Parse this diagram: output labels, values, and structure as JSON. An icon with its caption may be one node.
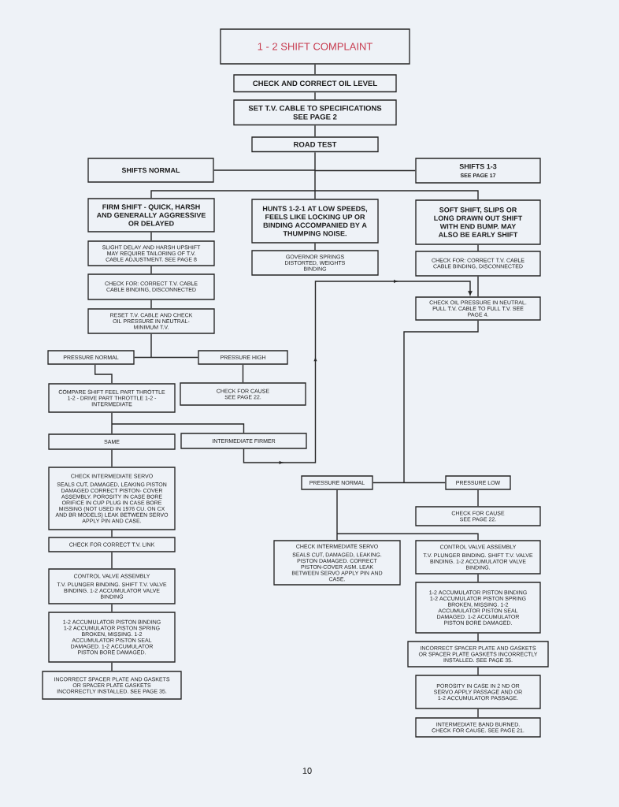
{
  "diagram": {
    "nodes": [
      {
        "text": [
          "1 - 2 SHIFT COMPLAINT"
        ]
      },
      {
        "text": [
          "CHECK AND CORRECT OIL LEVEL"
        ]
      },
      {
        "text": [
          "SET T.V. CABLE TO SPECIFICATIONS SEE PAGE 2"
        ]
      },
      {
        "text": [
          "ROAD TEST"
        ]
      },
      {
        "text": [
          "SHIFTS NORMAL"
        ]
      },
      {
        "text": [
          "SHIFTS 1-3",
          "SEE PAGE 17"
        ]
      },
      {
        "text": [
          "FIRM SHIFT - QUICK, HARSH AND GENERALLY AGGRESSIVE OR DELAYED"
        ]
      },
      {
        "text": [
          "HUNTS 1-2-1 AT LOW SPEEDS, FEELS LIKE LOCKING UP OR BINDING ACCOMPANIED BY A THUMPING NOISE."
        ]
      },
      {
        "text": [
          "SOFT SHIFT, SLIPS OR LONG DRAWN OUT SHIFT WITH END BUMP. MAY ALSO BE EARLY SHIFT"
        ]
      },
      {
        "text": [
          "SLIGHT DELAY AND HARSH UPSHIFT MAY REQUIRE TAILORING OF T.V. CABLE ADJUSTMENT. SEE PAGE 8"
        ]
      },
      {
        "text": [
          "GOVERNOR SPRINGS DISTORTED, WEIGHTS BINDING"
        ]
      },
      {
        "text": [
          "CHECK FOR: CORRECT T.V. CABLE CABLE BINDING, DISCONNECTED"
        ]
      },
      {
        "text": [
          "CHECK FOR: CORRECT T.V. CABLE CABLE BINDING, DISCONNECTED"
        ]
      },
      {
        "text": [
          "CHECK OIL PRESSURE IN NEUTRAL. PULL T.V. CABLE TO FULL T.V. SEE PAGE 4."
        ]
      },
      {
        "text": [
          "RESET T.V. CABLE AND CHECK OIL PRESSURE IN NEUTRAL- MINIMUM T.V."
        ]
      },
      {
        "text": [
          "PRESSURE NORMAL"
        ]
      },
      {
        "text": [
          "PRESSURE HIGH"
        ]
      },
      {
        "text": [
          "COMPARE SHIFT FEEL PART THROTTLE 1-2 - DRIVE PART THROTTLE 1-2 - INTERMEDIATE"
        ]
      },
      {
        "text": [
          "CHECK FOR CAUSE SEE PAGE 22."
        ]
      },
      {
        "text": [
          "SAME"
        ]
      },
      {
        "text": [
          "INTERMEDIATE FIRMER"
        ]
      },
      {
        "text": [
          "CHECK INTERMEDIATE SERVO",
          "SEALS CUT, DAMAGED, LEAKING PISTON DAMAGED CORRECT PISTON- COVER ASSEMBLY. POROSITY IN CASE BORE ORIFICE IN CUP PLUG IN CASE BORE MISSING (NOT USED IN 1976 CU. ON CX AND BR MODELS) LEAK BETWEEN SERVO APPLY PIN AND CASE."
        ]
      },
      {
        "text": [
          "PRESSURE NORMAL"
        ]
      },
      {
        "text": [
          "PRESSURE LOW"
        ]
      },
      {
        "text": [
          "CHECK FOR CAUSE SEE PAGE 22."
        ]
      },
      {
        "text": [
          "CHECK FOR CORRECT T.V. LINK"
        ]
      },
      {
        "text": [
          "CHECK INTERMEDIATE SERVO",
          "SEALS CUT, DAMAGED, LEAKING. PISTON DAMAGED. CORRECT PISTON-COVER ASM. LEAK BETWEEN SERVO APPLY PIN AND CASE."
        ]
      },
      {
        "text": [
          "CONTROL VALVE ASSEMBLY",
          "T.V. PLUNGER BINDING. SHIFT T.V. VALVE BINDING. 1-2 ACCUMULATOR VALVE BINDING."
        ]
      },
      {
        "text": [
          "CONTROL VALVE ASSEMBLY",
          "T.V. PLUNGER BINDING. SHIFT T.V. VALVE BINDING. 1-2 ACCUMULATOR VALVE BINDING"
        ]
      },
      {
        "text": [
          "1-2 ACCUMULATOR PISTON BINDING 1-2 ACCUMULATOR PISTON SPRING BROKEN, MISSING. 1-2 ACCUMULATOR PISTON SEAL DAMAGED. 1-2 ACCUMULATOR PISTON BORE DAMAGED."
        ]
      },
      {
        "text": [
          "1-2 ACCUMULATOR PISTON BINDING 1-2 ACCUMULATOR PISTON SPRING BROKEN, MISSING. 1-2 ACCUMULATOR PISTON SEAL DAMAGED. 1-2 ACCUMULATOR PISTON BORE DAMAGED."
        ]
      },
      {
        "text": [
          "INCORRECT SPACER PLATE AND GASKETS OR SPACER PLATE GASKETS INCORRECTLY INSTALLED. SEE PAGE 35."
        ]
      },
      {
        "text": [
          "INCORRECT SPACER PLATE AND GASKETS OR SPACER PLATE GASKETS INCORRECTLY INSTALLED. SEE PAGE 35."
        ]
      },
      {
        "text": [
          "POROSITY IN CASE IN 2 ND OR SERVO APPLY PASSAGE AND OR 1-2 ACCUMULATOR PASSAGE."
        ]
      },
      {
        "text": [
          "INTERMEDIATE BAND BURNED. CHECK FOR CAUSE. SEE PAGE 21."
        ]
      }
    ],
    "edges": [
      {
        "from": 0,
        "to": 1,
        "arrow": "none"
      },
      {
        "from": 1,
        "to": 2,
        "arrow": "none"
      },
      {
        "from": 2,
        "to": 3,
        "arrow": "none"
      },
      {
        "from": 3,
        "to": 4,
        "arrow": "none"
      },
      {
        "from": 3,
        "to": 5,
        "arrow": "none"
      },
      {
        "from": 3,
        "to": 6,
        "arrow": "none"
      },
      {
        "from": 3,
        "to": 7,
        "arrow": "none"
      },
      {
        "from": 3,
        "to": 8,
        "arrow": "none"
      },
      {
        "from": 6,
        "to": 9,
        "arrow": "none"
      },
      {
        "from": 9,
        "to": 12,
        "arrow": "none"
      },
      {
        "from": 12,
        "to": 14,
        "arrow": "none"
      },
      {
        "from": 14,
        "to": 15,
        "arrow": "none"
      },
      {
        "from": 14,
        "to": 16,
        "arrow": "none"
      },
      {
        "from": 15,
        "to": 17,
        "arrow": "none"
      },
      {
        "from": 16,
        "to": 18,
        "arrow": "none"
      },
      {
        "from": 17,
        "to": 19,
        "arrow": "none"
      },
      {
        "from": 17,
        "to": 20,
        "arrow": "none"
      },
      {
        "from": 19,
        "to": 21,
        "arrow": "none"
      },
      {
        "from": 20,
        "to": 13,
        "arrow": "to"
      },
      {
        "from": 7,
        "to": 10,
        "arrow": "none"
      },
      {
        "from": 8,
        "to": 11,
        "arrow": "none"
      },
      {
        "from": 11,
        "to": 13,
        "arrow": "none"
      },
      {
        "from": 13,
        "to": 22,
        "arrow": "none"
      },
      {
        "from": 13,
        "to": 23,
        "arrow": "none"
      },
      {
        "from": 23,
        "to": 24,
        "arrow": "none"
      },
      {
        "from": 22,
        "to": 26,
        "arrow": "none"
      },
      {
        "from": 22,
        "to": 27,
        "arrow": "none"
      },
      {
        "from": 27,
        "to": 29,
        "arrow": "none"
      },
      {
        "from": 29,
        "to": 31,
        "arrow": "none"
      },
      {
        "from": 31,
        "to": 33,
        "arrow": "none"
      },
      {
        "from": 33,
        "to": 34,
        "arrow": "none"
      },
      {
        "from": 21,
        "to": 25,
        "arrow": "none"
      },
      {
        "from": 25,
        "to": 28,
        "arrow": "none"
      },
      {
        "from": 28,
        "to": 30,
        "arrow": "none"
      },
      {
        "from": 30,
        "to": 32,
        "arrow": "none"
      }
    ],
    "labels": [
      "10"
    ]
  }
}
